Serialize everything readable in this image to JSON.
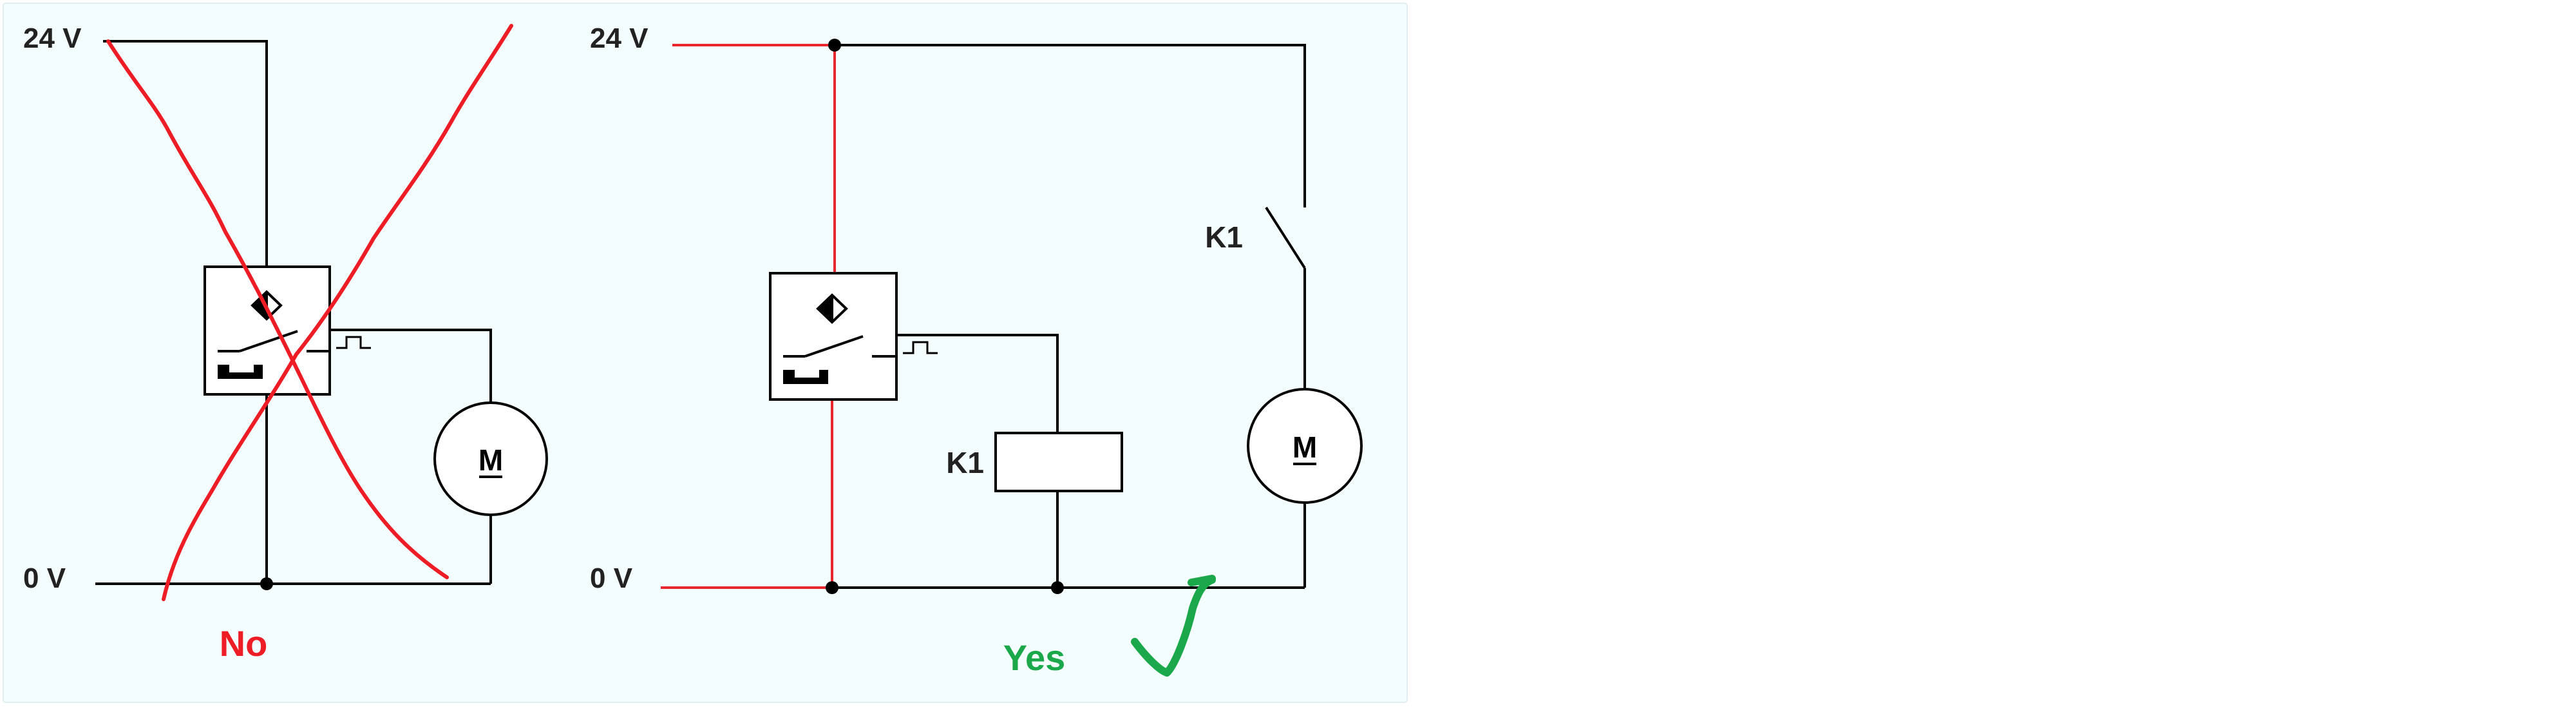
{
  "diagram": {
    "left": {
      "supply_label": "24 V",
      "ground_label": "0 V",
      "motor_label": "M",
      "verdict": "No"
    },
    "right": {
      "supply_label": "24 V",
      "ground_label": "0 V",
      "relay_coil_label": "K1",
      "relay_contact_label": "K1",
      "motor_label": "M",
      "verdict": "Yes"
    },
    "colors": {
      "background": "#f4fdfd",
      "wire": "#000000",
      "power_wire": "#e8262b",
      "cross_mark": "#ee1c24",
      "no_text": "#ee1c24",
      "yes_text": "#1aa84a",
      "check_mark": "#1aa84a"
    },
    "icons": [
      "sensor-symbol-icon",
      "pulse-output-icon",
      "motor-icon",
      "cross-mark-icon",
      "check-mark-icon"
    ]
  }
}
